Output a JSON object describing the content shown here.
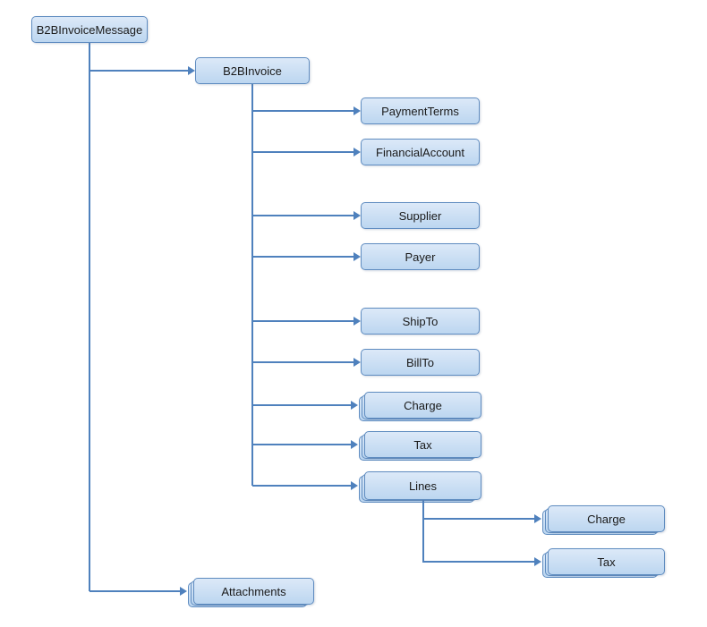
{
  "nodes": {
    "root": "B2BInvoiceMessage",
    "invoice": "B2BInvoice",
    "invoice_children": [
      "PaymentTerms",
      "FinancialAccount",
      "Supplier",
      "Payer",
      "ShipTo",
      "BillTo",
      "Charge",
      "Tax",
      "Lines"
    ],
    "lines_children": [
      "Charge",
      "Tax"
    ],
    "attachments": "Attachments"
  },
  "colors": {
    "connector": "#4f81bd",
    "box_border": "#5f8cc0",
    "box_fill_top": "#dce9f8",
    "box_fill_bottom": "#bcd6f0"
  }
}
